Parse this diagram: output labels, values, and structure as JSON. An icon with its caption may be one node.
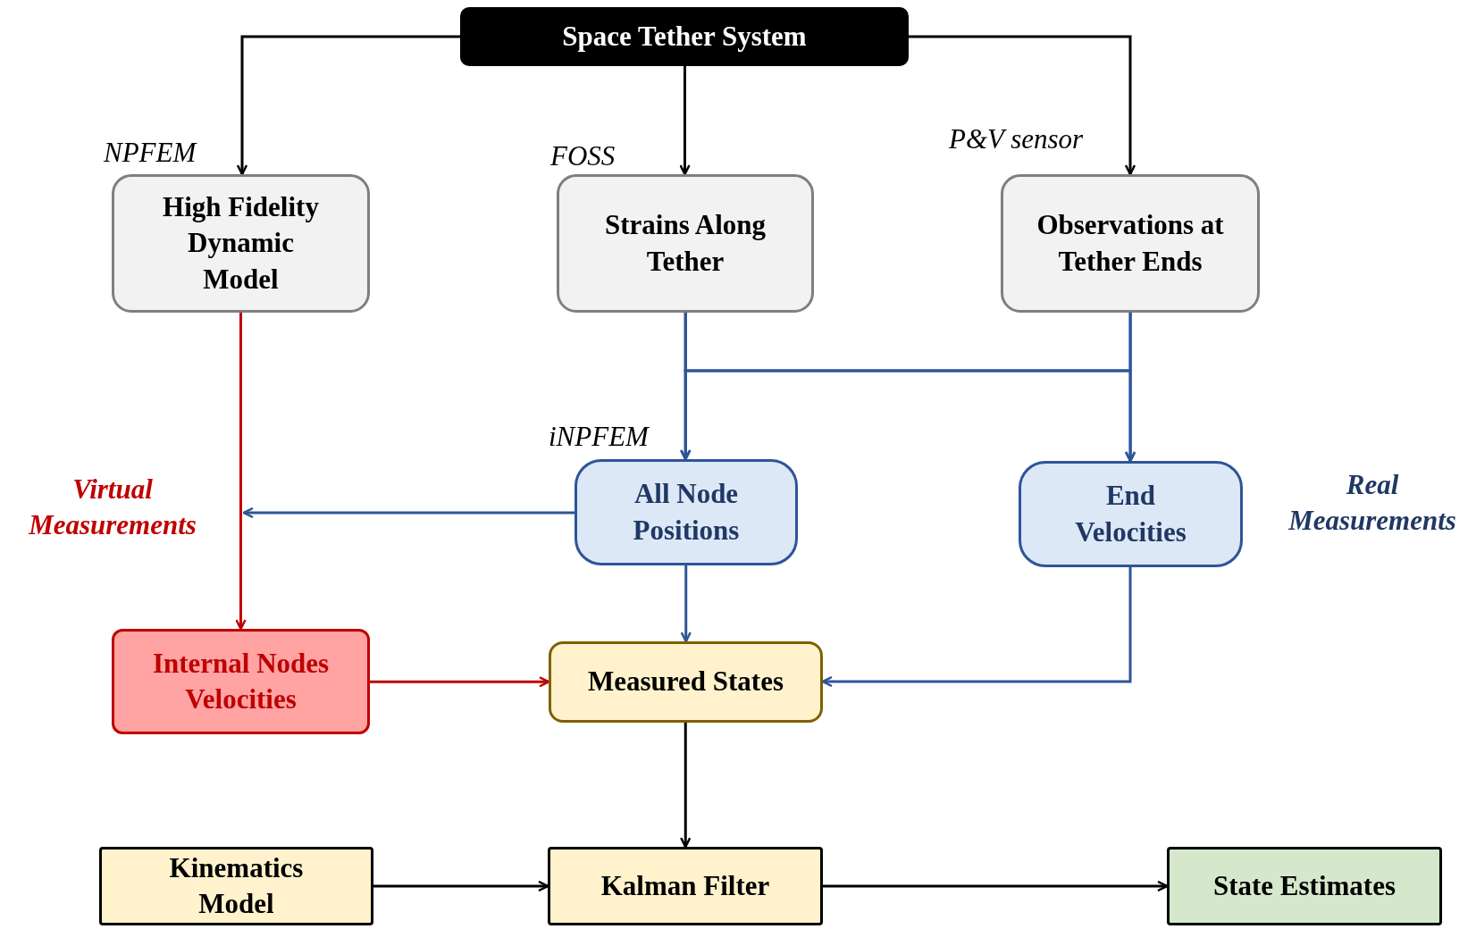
{
  "diagram": {
    "nodes": [
      {
        "text": [
          "Space Tether System"
        ]
      },
      {
        "text": [
          "High Fidelity Dynamic Model"
        ],
        "beside": [
          "NPFEM"
        ]
      },
      {
        "text": [
          "Strains Along Tether"
        ],
        "beside": [
          "FOSS"
        ]
      },
      {
        "text": [
          "Observations at Tether Ends"
        ],
        "beside": [
          "P&V sensor"
        ]
      },
      {
        "text": [
          "All Node Positions"
        ],
        "beside": [
          "iNPFEM"
        ]
      },
      {
        "text": [
          "End Velocities"
        ]
      },
      {
        "text": [
          "Internal Nodes Velocities"
        ]
      },
      {
        "text": [
          "Measured States"
        ]
      },
      {
        "text": [
          "Kinematics Model"
        ]
      },
      {
        "text": [
          "Kalman Filter"
        ]
      },
      {
        "text": [
          "State Estimates"
        ]
      }
    ],
    "edges": [
      {
        "from": 0,
        "to": 1,
        "arrow": "to",
        "color": "#000000"
      },
      {
        "from": 0,
        "to": 2,
        "arrow": "to",
        "color": "#000000"
      },
      {
        "from": 0,
        "to": 3,
        "arrow": "to",
        "color": "#000000"
      },
      {
        "from": 2,
        "to": 4,
        "arrow": "to",
        "color": "#2f5597"
      },
      {
        "from": 2,
        "to": 5,
        "arrow": "to",
        "color": "#2f5597"
      },
      {
        "from": 3,
        "to": 4,
        "arrow": "to",
        "color": "#2f5597"
      },
      {
        "from": 3,
        "to": 5,
        "arrow": "to",
        "color": "#2f5597"
      },
      {
        "from": 1,
        "to": 6,
        "arrow": "to",
        "color": "#c00000"
      },
      {
        "from": 4,
        "to": null,
        "arrow": "to",
        "color": "#2f5597"
      },
      {
        "from": 4,
        "to": 7,
        "arrow": "to",
        "color": "#2f5597"
      },
      {
        "from": 5,
        "to": 7,
        "arrow": "to",
        "color": "#2f5597"
      },
      {
        "from": 6,
        "to": 7,
        "arrow": "to",
        "color": "#c00000"
      },
      {
        "from": 7,
        "to": 9,
        "arrow": "to",
        "color": "#000000"
      },
      {
        "from": 8,
        "to": 9,
        "arrow": "to",
        "color": "#000000"
      },
      {
        "from": 9,
        "to": 10,
        "arrow": "to",
        "color": "#000000"
      }
    ],
    "labels": [
      "Virtual Measurements",
      "Real Measurements"
    ]
  }
}
